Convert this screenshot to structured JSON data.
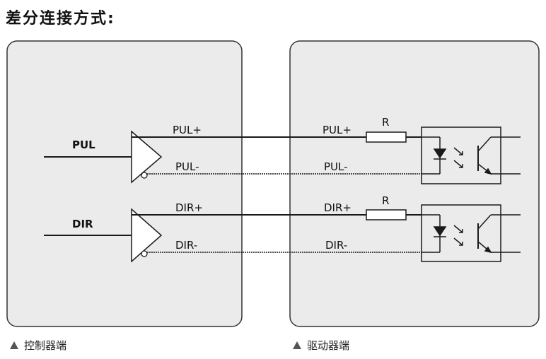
{
  "title": "差分连接方式:",
  "controller": {
    "caption": "控制器端",
    "inputs": {
      "pul": "PUL",
      "dir": "DIR"
    },
    "outputs": {
      "pul_plus": "PUL+",
      "pul_minus": "PUL-",
      "dir_plus": "DIR+",
      "dir_minus": "DIR-"
    }
  },
  "driver": {
    "caption": "驱动器端",
    "inputs": {
      "pul_plus": "PUL+",
      "pul_minus": "PUL-",
      "dir_plus": "DIR+",
      "dir_minus": "DIR-"
    },
    "resistor_pul": "R",
    "resistor_dir": "R"
  },
  "colors": {
    "box_fill": "#ebebeb",
    "box_border": "#333333",
    "line": "#1a1a1a"
  }
}
